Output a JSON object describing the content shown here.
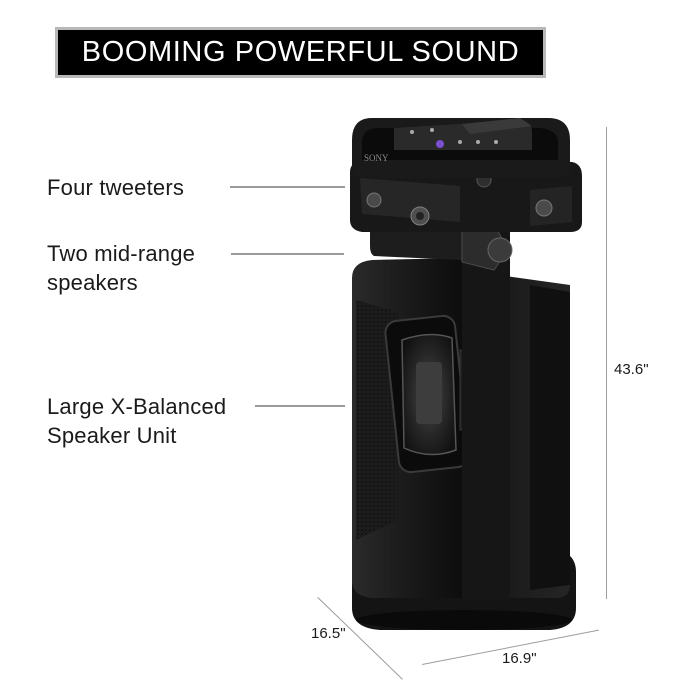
{
  "banner": {
    "title": "BOOMING POWERFUL SOUND"
  },
  "callouts": [
    {
      "text": "Four tweeters"
    },
    {
      "line1": "Two mid-range",
      "line2": "speakers"
    },
    {
      "line1": "Large X-Balanced",
      "line2": "Speaker Unit"
    }
  ],
  "product": {
    "brand_logo": "SONY"
  },
  "dimensions": {
    "height": "43.6\"",
    "depth": "16.5\"",
    "width": "16.9\""
  },
  "colors": {
    "banner_bg": "#000000",
    "banner_border": "#b8b8b8",
    "leader": "#9a9a9a"
  }
}
